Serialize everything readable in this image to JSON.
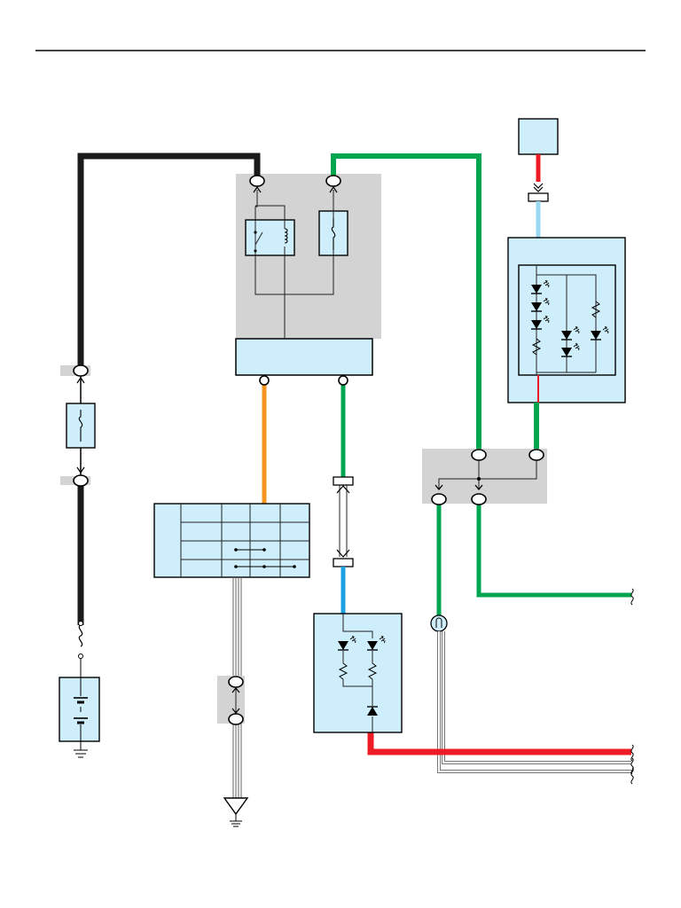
{
  "diagram": {
    "header_rule": true,
    "colors": {
      "black": "#1a1a1a",
      "green": "#00a550",
      "orange": "#f7941d",
      "red": "#ed1c24",
      "blue": "#1ba1e2",
      "light_blue": "#9ad7f0",
      "white_wire": "#ffffff",
      "component_fill": "#cdeefa",
      "junction_gray": "#d3d3d3"
    },
    "wires": [
      {
        "name": "black-battery-feed",
        "color": "black"
      },
      {
        "name": "green-relay-to-junction",
        "color": "green"
      },
      {
        "name": "orange-to-switch",
        "color": "orange"
      },
      {
        "name": "green-to-connector",
        "color": "green"
      },
      {
        "name": "blue-to-led-module",
        "color": "blue"
      },
      {
        "name": "red-top-feed",
        "color": "red"
      },
      {
        "name": "light-blue-top-feed",
        "color": "light_blue"
      },
      {
        "name": "green-right-module",
        "color": "green"
      },
      {
        "name": "green-to-right-edge",
        "color": "green"
      },
      {
        "name": "green-to-bulb",
        "color": "green"
      },
      {
        "name": "red-bottom-feed",
        "color": "red"
      },
      {
        "name": "white-bottom-pair",
        "color": "white_wire"
      },
      {
        "name": "white-ground-bundle",
        "color": "white_wire"
      }
    ],
    "symbols": [
      "fuse-icon",
      "relay-icon",
      "battery-icon",
      "ground-icon",
      "led-diode-icon",
      "resistor-icon",
      "bulb-icon",
      "switch-icon",
      "connector-icon"
    ]
  }
}
